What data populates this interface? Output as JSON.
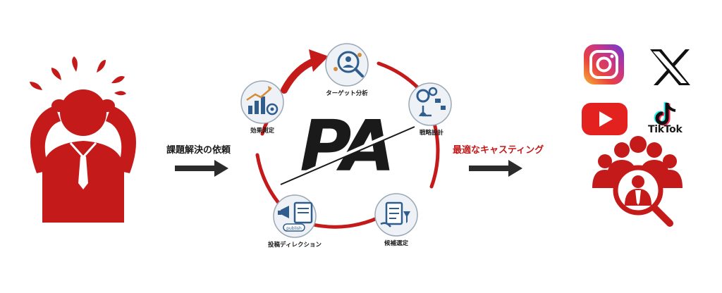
{
  "left_label": "課題解決の依頼",
  "right_label": "最適なキャスティング",
  "logo_text": "PA",
  "cycle_steps": [
    {
      "label": "ターゲット分析"
    },
    {
      "label": "戦略設計"
    },
    {
      "label": "候補選定"
    },
    {
      "label": "投稿ディレクション"
    },
    {
      "label": "効果測定"
    }
  ],
  "platforms": {
    "tiktok_label": "TikTok",
    "post_badge": "publish"
  },
  "icons": [
    "stressed-person-icon",
    "instagram-icon",
    "x-logo-icon",
    "youtube-icon",
    "tiktok-icon",
    "team-search-icon"
  ],
  "colors": {
    "brand_red": "#c41a1a",
    "dark": "#1a1a1a",
    "arrow": "#2b2b2b",
    "icon_blue": "#2f5e8e"
  }
}
